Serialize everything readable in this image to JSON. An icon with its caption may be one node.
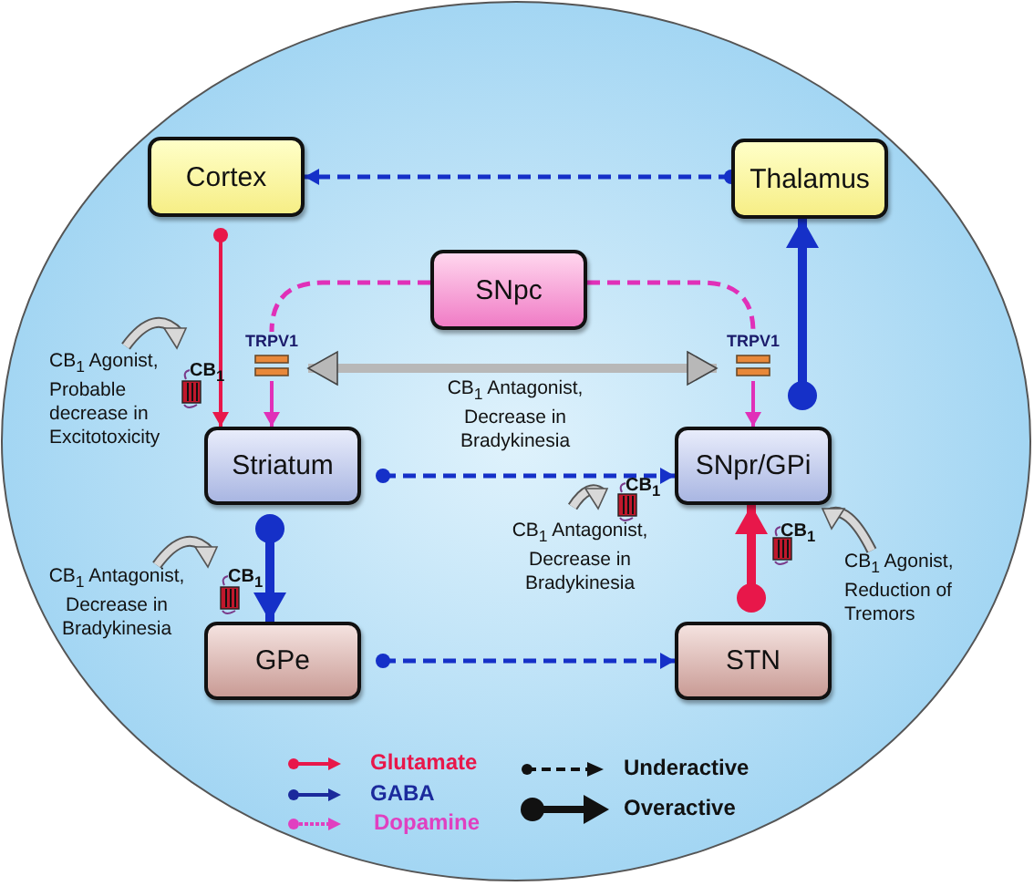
{
  "diagram": {
    "nodes": [
      {
        "text": [
          "Cortex"
        ]
      },
      {
        "text": [
          "Thalamus"
        ]
      },
      {
        "text": [
          "SNpc"
        ]
      },
      {
        "text": [
          "TRPV1"
        ]
      },
      {
        "text": [
          "TRPV1"
        ]
      },
      {
        "text": [
          "Striatum"
        ]
      },
      {
        "text": [
          "SNpr/GPi"
        ]
      },
      {
        "text": [
          "GPe"
        ]
      },
      {
        "text": [
          "STN"
        ]
      }
    ],
    "edges": [
      {
        "from": 1,
        "to": 0,
        "arrow": "to",
        "style": "dashed"
      },
      {
        "from": 0,
        "to": 5,
        "arrow": "to",
        "color": "#e8174a"
      },
      {
        "from": 2,
        "to": 3,
        "arrow": "none",
        "style": "dashed",
        "color": "#e030b8"
      },
      {
        "from": 2,
        "to": 4,
        "arrow": "none",
        "style": "dashed",
        "color": "#e030b8"
      },
      {
        "from": 3,
        "to": 5,
        "arrow": "to",
        "color": "#e030b8"
      },
      {
        "from": 4,
        "to": 6,
        "arrow": "to",
        "color": "#e030b8"
      },
      {
        "from": 3,
        "to": 4,
        "arrow": "both",
        "style": "thick",
        "label": "CB$_{1}$ Antagonist, Decrease in Bradykinesia",
        "color": "#b8b8b8"
      },
      {
        "from": 5,
        "to": 6,
        "arrow": "to",
        "style": "dashed"
      },
      {
        "from": 5,
        "to": 7,
        "arrow": "to",
        "style": "thick"
      },
      {
        "from": 7,
        "to": 8,
        "arrow": "to",
        "style": "dashed"
      },
      {
        "from": 8,
        "to": 6,
        "arrow": "to",
        "style": "thick",
        "color": "#e8174a"
      },
      {
        "from": 6,
        "to": 1,
        "arrow": "to",
        "style": "thick"
      }
    ],
    "labels": [
      "CB$_{1}$ Agonist, Probable decrease in Excitotoxicity",
      "CB$_{1}$",
      "CB$_{1}$",
      "CB$_{1}$ Antagonist, Decrease in Bradykinesia",
      "CB$_{1}$",
      "CB$_{1}$ Agonist, Reduction of Tremors",
      "CB$_{1}$ Antagonist, Decrease in Bradykinesia",
      "CB$_{1}$"
    ],
    "legend": [
      {
        "text": "Glutamate",
        "color": "#e8174a"
      },
      {
        "text": "GABA",
        "color": "#1b2a9c"
      },
      {
        "text": "Dopamine",
        "color": "#e040c0"
      },
      {
        "text": "Underactive"
      },
      {
        "text": "Overactive"
      }
    ]
  }
}
